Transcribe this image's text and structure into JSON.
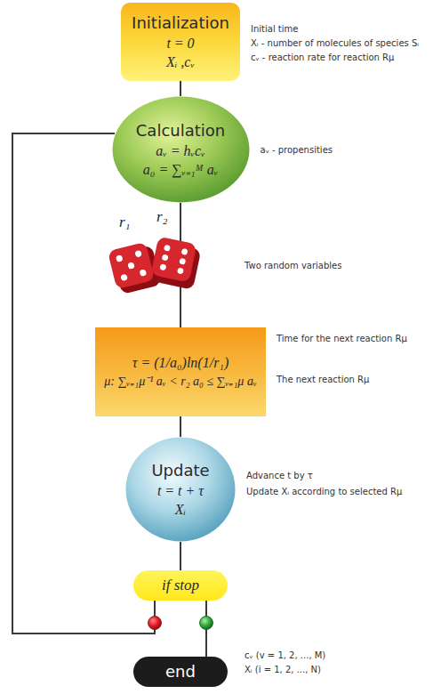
{
  "diagram": {
    "nodes": [
      {
        "text": [
          "Initialization",
          "t = 0",
          "Xᵢ ,cᵥ"
        ]
      },
      {
        "text": [
          "Calculation",
          "aᵥ = hᵥcᵥ",
          "a₀ = ∑ᵥ₌₁ᴹ aᵥ"
        ]
      },
      {
        "text": [
          "τ = (1/a₀)ln(1/r₁)",
          "μ: ∑ᵥ₌₁μ⁻¹ aᵥ < r₂ a₀ ≤ ∑ᵥ₌₁μ aᵥ"
        ]
      },
      {
        "text": [
          "Update",
          "t = t + τ",
          "Xᵢ"
        ]
      },
      {
        "text": [
          "if stop"
        ]
      },
      {
        "text": [
          "end"
        ]
      }
    ],
    "edges": [
      {
        "from": 0,
        "to": 1,
        "arrow": "none"
      },
      {
        "from": 1,
        "to": 2,
        "arrow": "none"
      },
      {
        "from": 2,
        "to": 3,
        "arrow": "none"
      },
      {
        "from": 3,
        "to": 4,
        "arrow": "none"
      },
      {
        "from": 4,
        "to": 5,
        "arrow": "none"
      },
      {
        "from": 4,
        "to": 1,
        "arrow": "none"
      }
    ],
    "labels": [
      "Initial time",
      "Xᵢ - number of molecules of species Sᵢ",
      "cᵥ - reaction rate for reaction Rμ",
      "aᵥ - propensities",
      "r₁",
      "r₂",
      "Two random variables",
      "Time for the next reaction Rμ",
      "The next reaction Rμ",
      "Advance t by τ",
      "Update Xᵢ according to selected Rμ",
      "cᵥ (v = 1, 2, ..., M)",
      "Xᵢ (i = 1, 2, ..., N)"
    ]
  }
}
